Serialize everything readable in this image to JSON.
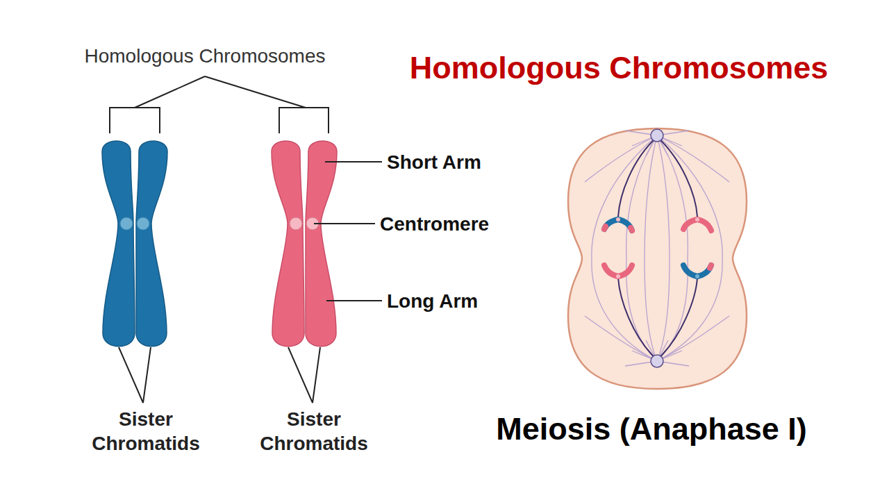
{
  "diagram": {
    "title": "Homologous Chromosomes",
    "caption": "Meiosis (Anaphase I)",
    "labels": [
      "Homologous Chromosomes",
      "Short Arm",
      "Centromere",
      "Long Arm",
      "Sister Chromatids",
      "Sister Chromatids"
    ]
  }
}
